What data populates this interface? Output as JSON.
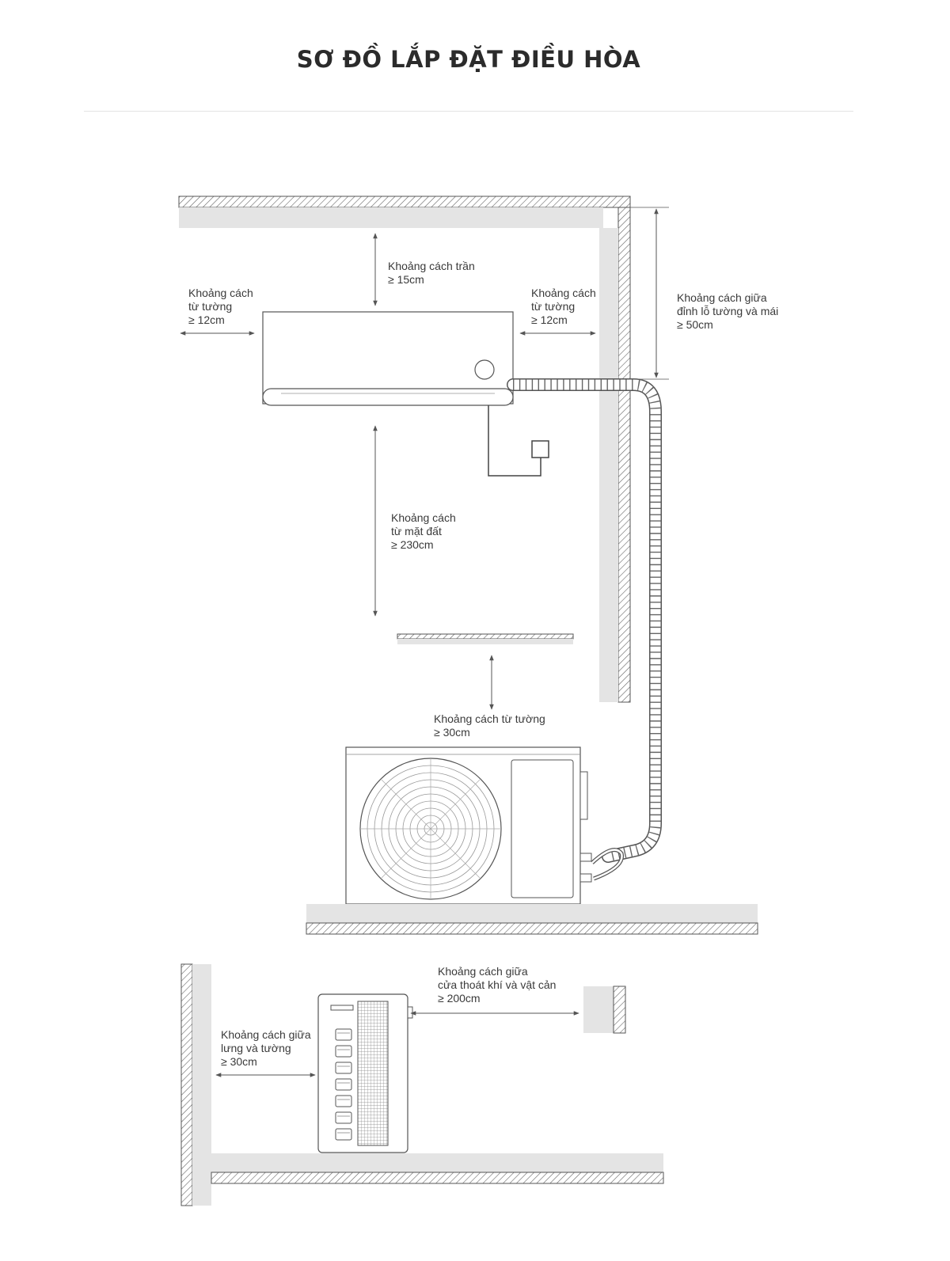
{
  "title": "SƠ ĐỒ LẮP ĐẶT ĐIỀU HÒA",
  "labels": {
    "ceiling": [
      "Khoảng cách trần",
      "≥ 15cm"
    ],
    "wall_left": [
      "Khoảng cách",
      "từ tường",
      "≥ 12cm"
    ],
    "wall_right": [
      "Khoảng cách",
      "từ tường",
      "≥ 12cm"
    ],
    "roof_hole": [
      "Khoảng cách giữa",
      "đỉnh lỗ tường và mái",
      "≥ 50cm"
    ],
    "floor": [
      "Khoảng cách",
      "từ mặt đất",
      "≥ 230cm"
    ],
    "outdoor_wall": [
      "Khoảng cách từ tường",
      "≥ 30cm"
    ],
    "exhaust_obstacle": [
      "Khoảng cách giữa",
      "cửa thoát khí và vật cản",
      "≥ 200cm"
    ],
    "back_wall": [
      "Khoảng cách giữa",
      "lưng và tường",
      "≥ 30cm"
    ]
  },
  "colors": {
    "line": "#555555",
    "wall_fill": "#e4e4e4",
    "text": "#3a3a3a",
    "title": "#2b2b2b"
  }
}
